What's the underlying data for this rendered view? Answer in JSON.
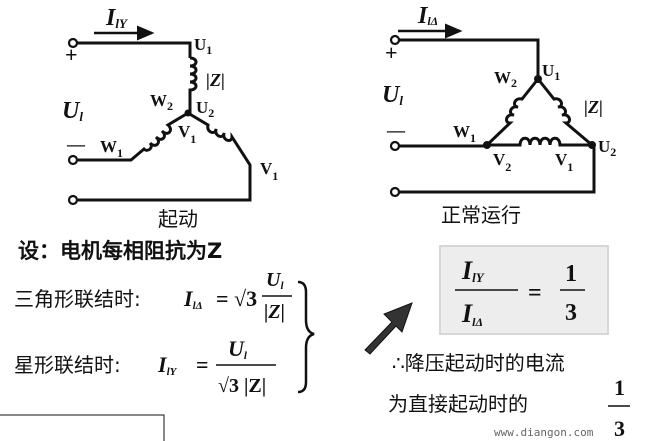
{
  "star": {
    "current_label": "I",
    "current_sub": "lY",
    "voltage_label": "U",
    "voltage_sub": "l",
    "plus": "+",
    "minus": "—",
    "U1": "U",
    "U1_sub": "1",
    "U2": "U",
    "U2_sub": "2",
    "W1": "W",
    "W1_sub": "1",
    "W2": "W",
    "W2_sub": "2",
    "V1a": "V",
    "V1a_sub": "1",
    "V1b": "V",
    "V1b_sub": "1",
    "impedance": "|Z|",
    "caption": "起动"
  },
  "delta": {
    "current_label": "I",
    "current_sub": "lΔ",
    "voltage_label": "U",
    "voltage_sub": "l",
    "plus": "+",
    "minus": "—",
    "U1": "U",
    "U1_sub": "1",
    "U2": "U",
    "U2_sub": "2",
    "W1": "W",
    "W1_sub": "1",
    "W2": "W",
    "W2_sub": "2",
    "V1": "V",
    "V1_sub": "1",
    "V2": "V",
    "V2_sub": "2",
    "impedance": "|Z|",
    "caption": "正常运行"
  },
  "derivation": {
    "assumption": "设：电机每相阻抗为Z",
    "delta_prefix": "三角形联结时:",
    "delta_lhs": "I",
    "delta_lhs_sub": "lΔ",
    "delta_rhs_coef": "= √3",
    "delta_num": "U",
    "delta_num_sub": "l",
    "delta_den": "|Z|",
    "star_prefix": "星形联结时:",
    "star_lhs": "I",
    "star_lhs_sub": "lY",
    "star_eq": "=",
    "star_num": "U",
    "star_num_sub": "l",
    "star_den": "√3 |Z|"
  },
  "result": {
    "num": "I",
    "num_sub": "lY",
    "den": "I",
    "den_sub": "lΔ",
    "eq": "=",
    "frac_num": "1",
    "frac_den": "3"
  },
  "conclusion": {
    "line1": "∴降压起动时的电流",
    "line2": "为直接起动时的",
    "frac_num": "1",
    "frac_den": "3"
  },
  "watermark": "www.diangon.com"
}
